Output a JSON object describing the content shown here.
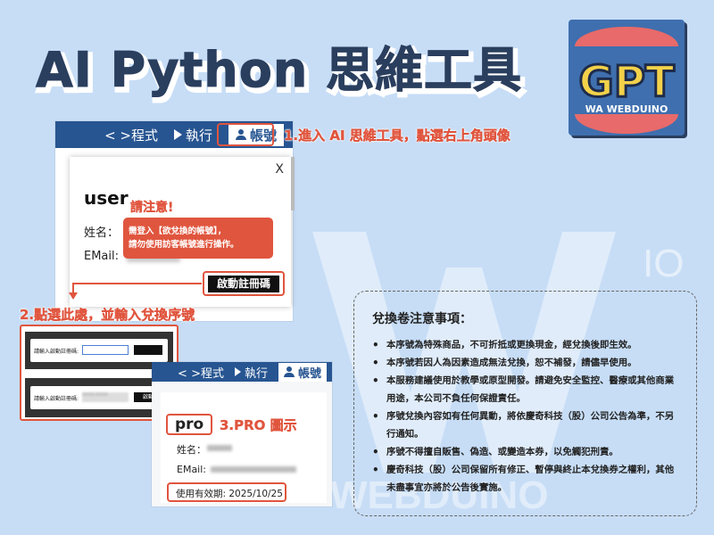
{
  "title": "AI Python 思維工具",
  "logo": {
    "main_text": "GPT",
    "sub_text": "WA WEBDUINO",
    "bg_color": "#3f6fae"
  },
  "watermark": {
    "text_right": "IO",
    "text_bottom": "WEBDUINO"
  },
  "toolbar": {
    "code_label": "< >程式",
    "run_label": "執行",
    "account_label": "帳號"
  },
  "dialog": {
    "close_label": "X",
    "heading": "user",
    "name_label": "姓名：",
    "email_label": "EMail:",
    "notice_title": "請注意!",
    "notice_line1": "需登入【欲兌換的帳號】，",
    "notice_line2": "請勿使用訪客帳號進行操作。",
    "register_button": "啟動註冊碼"
  },
  "steps": {
    "step1": "1.進入 AI 思維工具，點選右上角頭像",
    "step2": "2.點選此處，並輸入兌換序號",
    "step3": "3.PRO 圖示"
  },
  "redeem_rows": [
    {
      "label": "請輸入啟動註冊碼:",
      "value": "",
      "button": "啟動"
    },
    {
      "label": "請輸入啟動註冊碼:",
      "value": "XXXX-XXXX",
      "button": "啟動"
    }
  ],
  "pro_panel": {
    "badge": "pro",
    "name_label": "姓名：",
    "email_label": "EMail:",
    "validity_label": "使用有效期: 2025/10/25"
  },
  "notes": {
    "title": "兌換卷注意事項：",
    "items": [
      "本序號為特殊商品，不可折抵或更換現金，經兌換後即生效。",
      "本序號若因人為因素造成無法兌換，恕不補發，請儘早使用。",
      "本服務建議使用於教學或原型開發。請避免安全監控、醫療或其他商業用途，本公司不負任何保證責任。",
      "序號兌換內容如有任何異動，將依慶奇科技（股）公司公告為準，不另行通知。",
      "序號不得擅自販售、偽造、或變造本券，以免觸犯刑責。",
      "慶奇科技（股）公司保留所有修正、暫停與終止本兌換券之權利，其他未盡事宜亦將於公告後實施。"
    ]
  },
  "colors": {
    "background": "#c7ddf6",
    "title": "#2a3e5e",
    "bar": "#275591",
    "accent": "#e0553e"
  }
}
